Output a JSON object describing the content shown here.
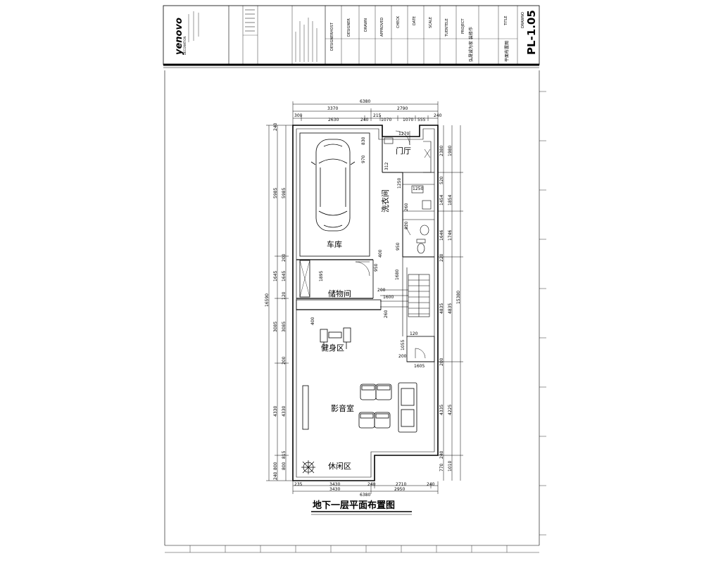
{
  "title_block": {
    "logo": "yenovo",
    "logo_sub": "DECORATION",
    "sheet_number": "PL-1.05",
    "sheet_title": "平面布置图",
    "labels": {
      "designer_host": "DESIGNERHOST",
      "designer": "DESIGNER",
      "drawn": "DRAWN",
      "approved": "APPROVED",
      "check": "CHECK",
      "date": "DATE",
      "scale": "SCALE",
      "tuentele": "TUENTELE",
      "project": "PROJECT",
      "title": "TITLE",
      "drawno": "DRAWNO"
    },
    "values": {
      "project": "弘晟诚为家 装修作",
      "title": "平面布置图"
    }
  },
  "plan": {
    "rooms": {
      "garage": "车库",
      "foyer": "门厅",
      "wash": "洗衣间",
      "storage": "储物间",
      "gym": "健身区",
      "theater": "影音室",
      "lounge": "休闲区"
    },
    "plan_title": "地下一层平面布置图",
    "dims_top": {
      "total": "6380",
      "left": "3370",
      "right": "2790",
      "seg1": "300",
      "seg2": "2630",
      "seg3": "240",
      "seg4": "215",
      "seg5": "1070",
      "seg6": "1070",
      "seg7": "555",
      "seg8": "240"
    },
    "dims_bottom": {
      "total": "6380",
      "left": "3430",
      "right": "2950",
      "seg1": "235",
      "seg2": "3430",
      "seg3": "240",
      "seg4": "2710",
      "seg5": "240"
    },
    "dims_left": {
      "total": "16590",
      "a": "240",
      "b": "5985",
      "c": "5985",
      "d": "200",
      "e": "1645",
      "f": "1645",
      "g": "120",
      "h": "3085",
      "i": "3085",
      "j": "200",
      "k": "4330",
      "l": "4330",
      "m": "815",
      "n": "800",
      "o": "800",
      "p": "240"
    },
    "dims_right": {
      "total": "15380",
      "a": "2380",
      "b": "1980",
      "c": "520",
      "d": "1454",
      "e": "1854",
      "f": "1646",
      "g": "1746",
      "h": "220",
      "i": "4835",
      "j": "4835",
      "k": "200",
      "l": "4335",
      "m": "4225",
      "n": "240",
      "o": "770",
      "p": "1010"
    },
    "dims_inner": {
      "d1": "830",
      "d2": "970",
      "d3": "1270",
      "d4": "312",
      "d5": "1250",
      "d6": "1250",
      "d7": "400",
      "d8": "1895",
      "d9": "950",
      "d10": "1680",
      "d11": "400",
      "d12": "200",
      "d13": "1600",
      "d14": "260",
      "d15": "120",
      "d16": "1055",
      "d17": "200",
      "d18": "1605",
      "d19": "950",
      "d20": "260",
      "d21": "820"
    }
  }
}
